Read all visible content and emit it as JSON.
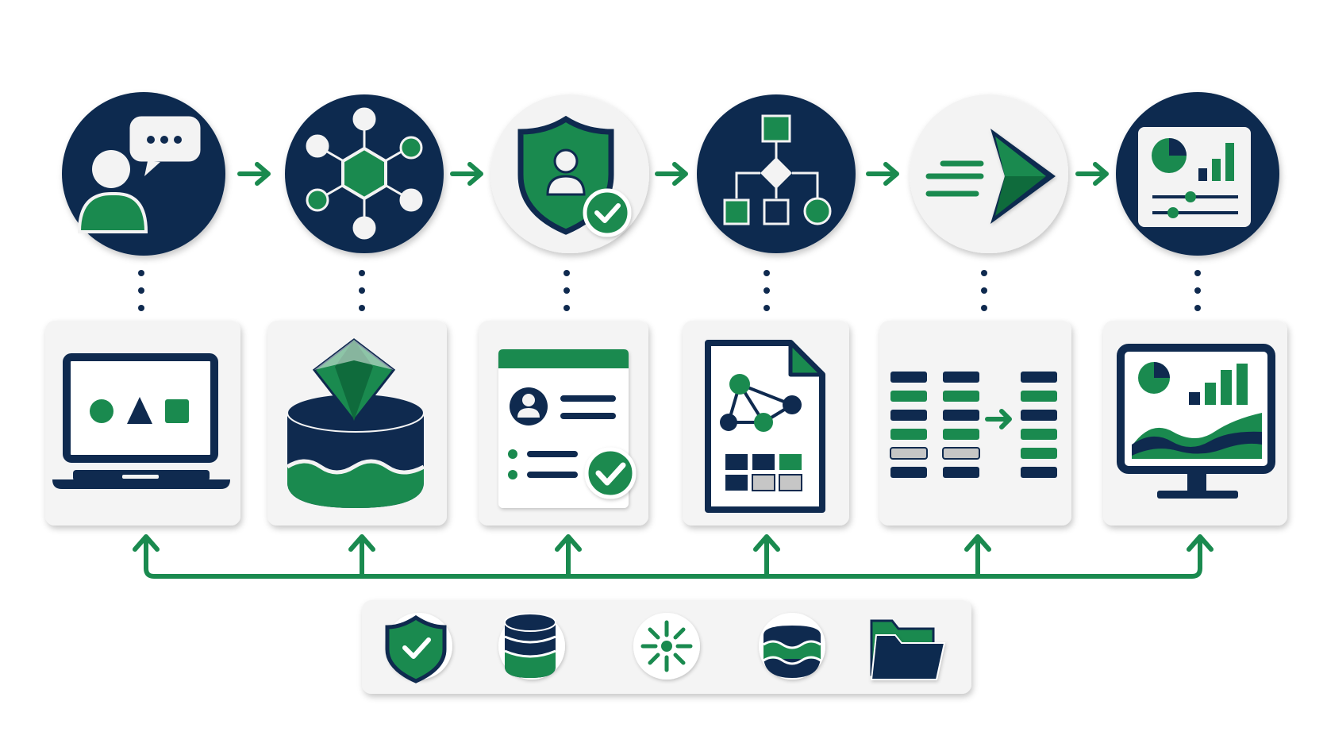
{
  "colors": {
    "navy": "#0f2a4f",
    "green": "#1a8a4f",
    "green_dark": "#0f6b3c",
    "light": "#f3f3f3",
    "white": "#ffffff",
    "gray": "#c6c6c6",
    "card_bg": "#f4f4f4"
  },
  "pipeline": {
    "stages": [
      {
        "circle_style": "dark",
        "top_icon": "chat-user-icon",
        "bottom_icon": "laptop-shapes-icon"
      },
      {
        "circle_style": "dark",
        "top_icon": "hexagon-network-icon",
        "bottom_icon": "gem-data-lake-icon"
      },
      {
        "circle_style": "light",
        "top_icon": "user-shield-check-icon",
        "bottom_icon": "profile-form-check-icon"
      },
      {
        "circle_style": "dark",
        "top_icon": "flowchart-icon",
        "bottom_icon": "graph-document-icon"
      },
      {
        "circle_style": "light",
        "top_icon": "fast-forward-arrow-icon",
        "bottom_icon": "data-columns-transform-icon"
      },
      {
        "circle_style": "dark",
        "top_icon": "dashboard-panel-icon",
        "bottom_icon": "monitor-analytics-icon"
      }
    ]
  },
  "foundation": {
    "icons": [
      "shield-check-icon",
      "database-icon",
      "snowflake-icon",
      "lake-wave-icon",
      "folder-icon"
    ]
  }
}
